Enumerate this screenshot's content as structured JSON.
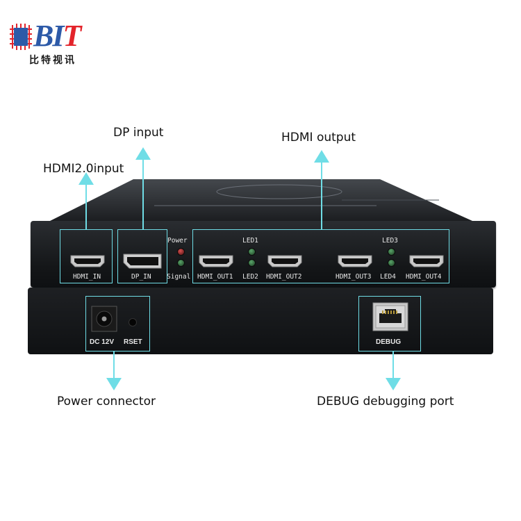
{
  "logo": {
    "brand_prefix": "B",
    "brand_i": "I",
    "brand_t": "T",
    "chinese_name": "比特视讯"
  },
  "callouts": {
    "dp_input": "DP input",
    "hdmi20_input": "HDMI2.0input",
    "hdmi_output": "HDMI output",
    "power_connector": "Power connector",
    "debug_port": "DEBUG debugging port"
  },
  "front_panel": {
    "hdmi_in_label": "HDMI_IN",
    "dp_in_label": "DP_IN",
    "power_label": "Power",
    "signal_label": "Signal",
    "led1_label": "LED1",
    "led2_label": "LED2",
    "led3_label": "LED3",
    "led4_label": "LED4",
    "out1_label": "HDMI_OUT1",
    "out2_label": "HDMI_OUT2",
    "out3_label": "HDMI_OUT3",
    "out4_label": "HDMI_OUT4"
  },
  "back_panel": {
    "dc_label": "DC 12V",
    "rset_label": "RSET",
    "debug_label": "DEBUG"
  },
  "colors": {
    "highlight": "#6fdde6",
    "brand_blue": "#2d5aa8",
    "brand_red": "#e3242b",
    "device_body": "#16181a"
  }
}
